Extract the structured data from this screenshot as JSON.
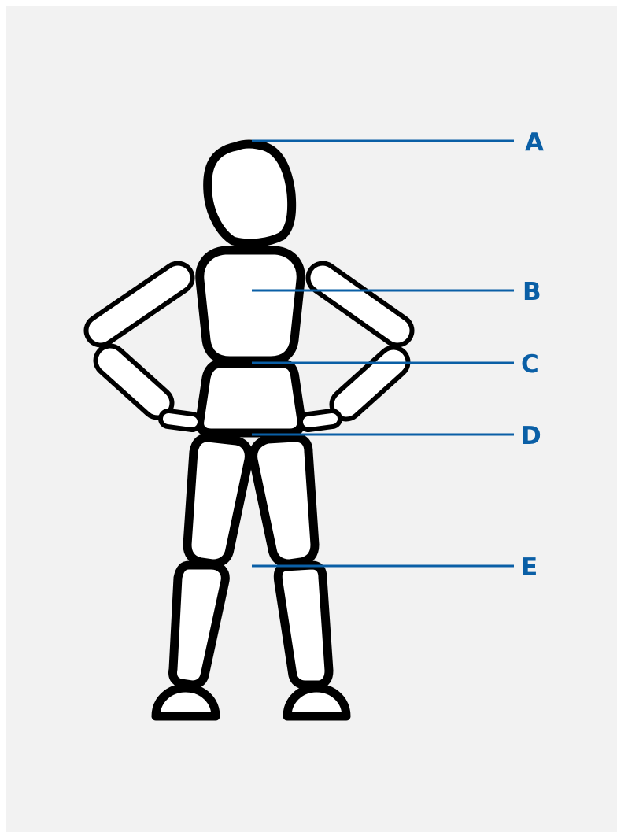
{
  "colors": {
    "panel_background": "#f2f2f2",
    "figure_stroke": "#000000",
    "figure_fill": "#ffffff",
    "accent": "#0a5fa6"
  },
  "figure": {
    "description_icon": "wooden-mannequin-icon"
  },
  "callouts": [
    {
      "id": "head",
      "label": "A"
    },
    {
      "id": "upper-torso",
      "label": "B"
    },
    {
      "id": "waist",
      "label": "C"
    },
    {
      "id": "hips",
      "label": "D"
    },
    {
      "id": "knees",
      "label": "E"
    }
  ]
}
